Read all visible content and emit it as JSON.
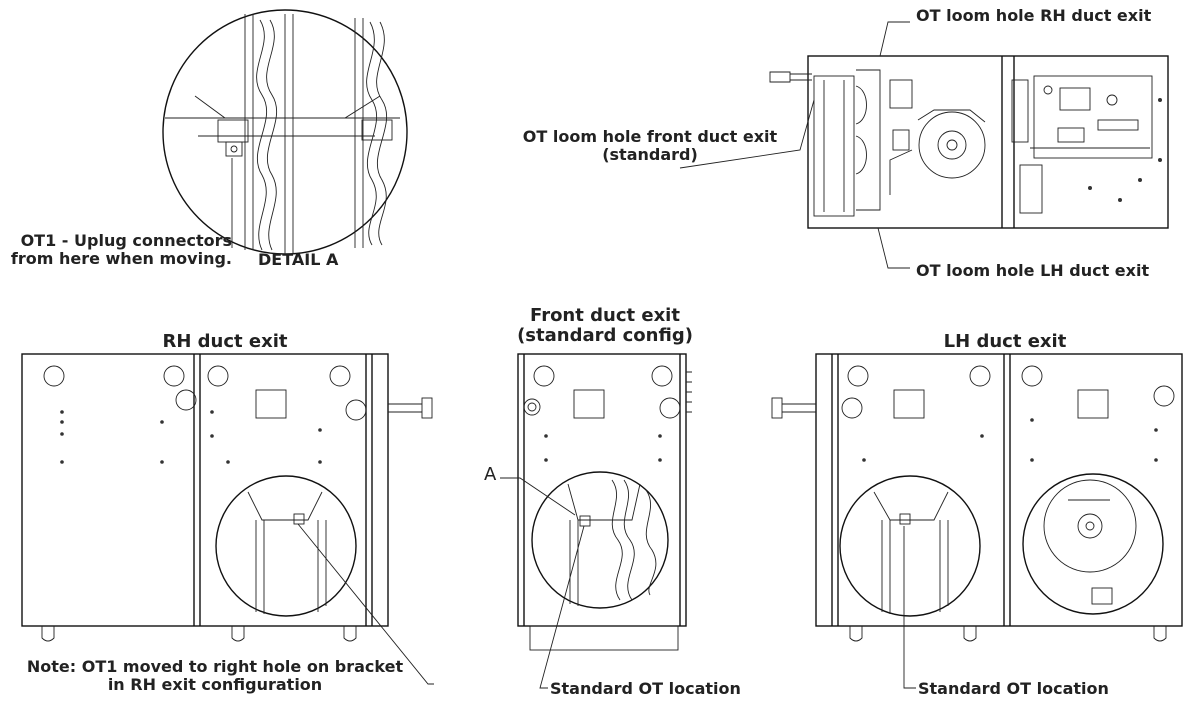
{
  "labels": {
    "ot_rh_exit": "OT loom hole RH duct exit",
    "ot_front_exit_line1": "OT loom hole front duct exit",
    "ot_front_exit_line2": "(standard)",
    "ot_lh_exit": "OT loom hole LH duct exit",
    "ot1_line1": "OT1 - Uplug connectors",
    "ot1_line2": "from here when moving.",
    "detail_a": "DETAIL A",
    "rh_title": "RH duct exit",
    "front_title_line1": "Front duct exit",
    "front_title_line2": "(standard config)",
    "lh_title": "LH duct exit",
    "marker_a": "A",
    "note_line1": "Note: OT1 moved to right hole on bracket",
    "note_line2": "in RH exit configuration",
    "std_ot_front": "Standard OT location",
    "std_ot_lh": "Standard OT location"
  }
}
